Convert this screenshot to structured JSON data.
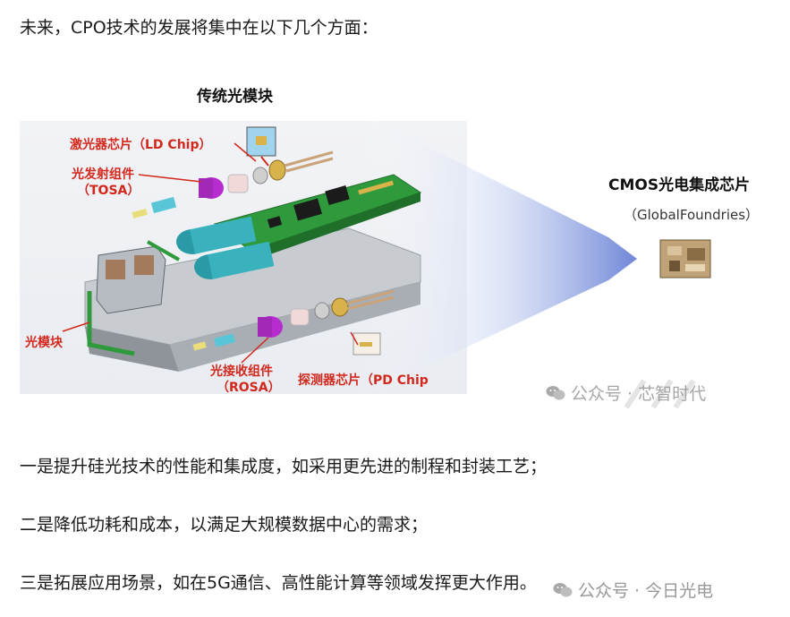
{
  "intro": "未来，CPO技术的发展将集中在以下几个方面：",
  "figure": {
    "title": "传统光模块",
    "labels": {
      "ld_chip": "激光器芯片（LD Chip）",
      "tosa_1": "光发射组件",
      "tosa_2": "（TOSA）",
      "module": "光模块",
      "rosa_1": "光接收组件",
      "rosa_2": "（ROSA）",
      "pd_chip": "探测器芯片（PD Chip"
    },
    "cmos_title": "CMOS光电集成芯片",
    "cmos_sub": "（GlobalFoundries）",
    "watermark": "公众号 · 芯智时代"
  },
  "points": [
    "一是提升硅光技术的性能和集成度，如采用更先进的制程和封装工艺；",
    "二是降低功耗和成本，以满足大规模数据中心的需求；",
    "三是拓展应用场景，如在5G通信、高性能计算等领域发挥更大作用。"
  ],
  "bottom_watermark": "公众号 · 今日光电",
  "colors": {
    "label_red": "#d2281d",
    "pcb_green": "#2f9a3c",
    "arrow_blue": "#6f86d8"
  }
}
